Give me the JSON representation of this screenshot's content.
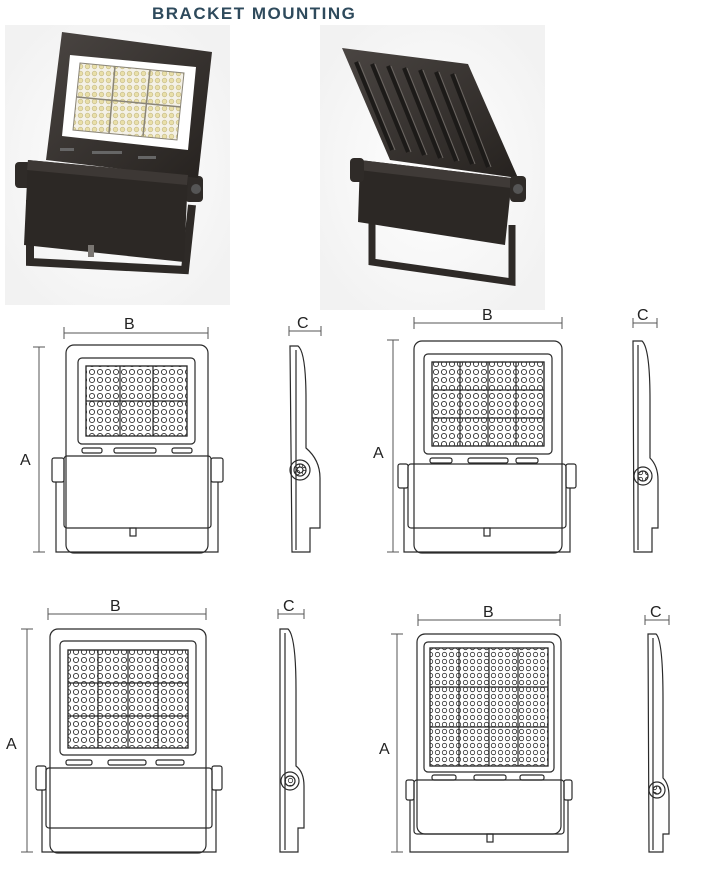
{
  "header": {
    "title": "BRACKET MOUNTING"
  },
  "photos": [
    {
      "view": "front"
    },
    {
      "view": "back"
    }
  ],
  "drawings": [
    {
      "size": "small",
      "label_a": "A",
      "label_b": "B",
      "label_c": "C"
    },
    {
      "size": "medium",
      "label_a": "A",
      "label_b": "B",
      "label_c": "C"
    },
    {
      "size": "large",
      "label_a": "A",
      "label_b": "B",
      "label_c": "C"
    },
    {
      "size": "xlarge",
      "label_a": "A",
      "label_b": "B",
      "label_c": "C"
    }
  ],
  "colors": {
    "housing": "#3a3633",
    "line": "#2a2a2a",
    "dim": "#555555"
  }
}
